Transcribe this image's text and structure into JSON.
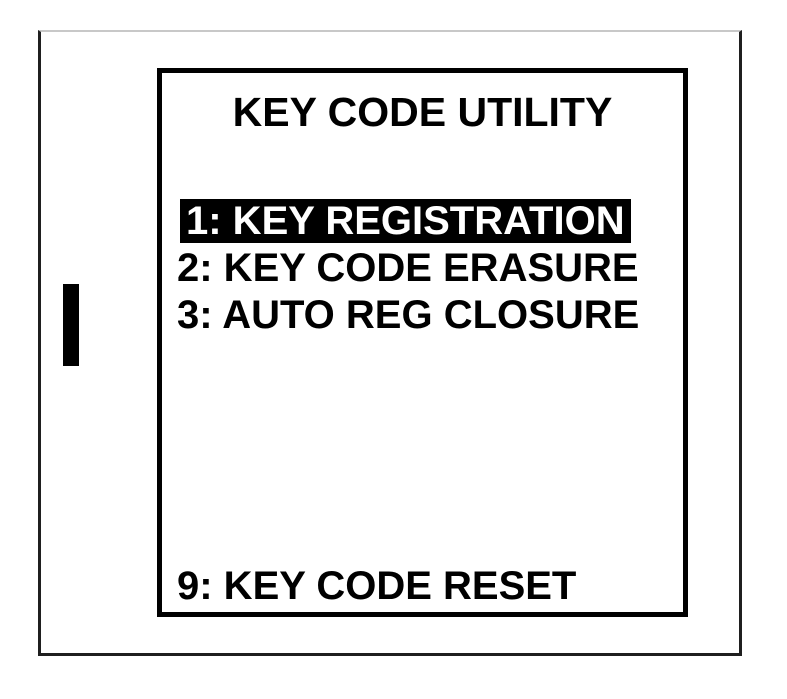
{
  "screen": {
    "title": "KEY CODE UTILITY",
    "menu_items": [
      {
        "label": "1: KEY REGISTRATION",
        "selected": true
      },
      {
        "label": "2: KEY CODE ERASURE",
        "selected": false
      },
      {
        "label": "3: AUTO REG CLOSURE",
        "selected": false
      }
    ],
    "footer_item": "9: KEY CODE RESET",
    "selected_index": 0
  },
  "cursor_marker": {
    "name": "side-cursor-bar",
    "color": "#000000"
  },
  "colors": {
    "foreground": "#000000",
    "background": "#ffffff",
    "selected_bg": "#000000",
    "selected_text": "#ffffff",
    "outer_frame_border": "#1f1f1f",
    "outer_frame_top_edge": "#c8c8c8"
  }
}
